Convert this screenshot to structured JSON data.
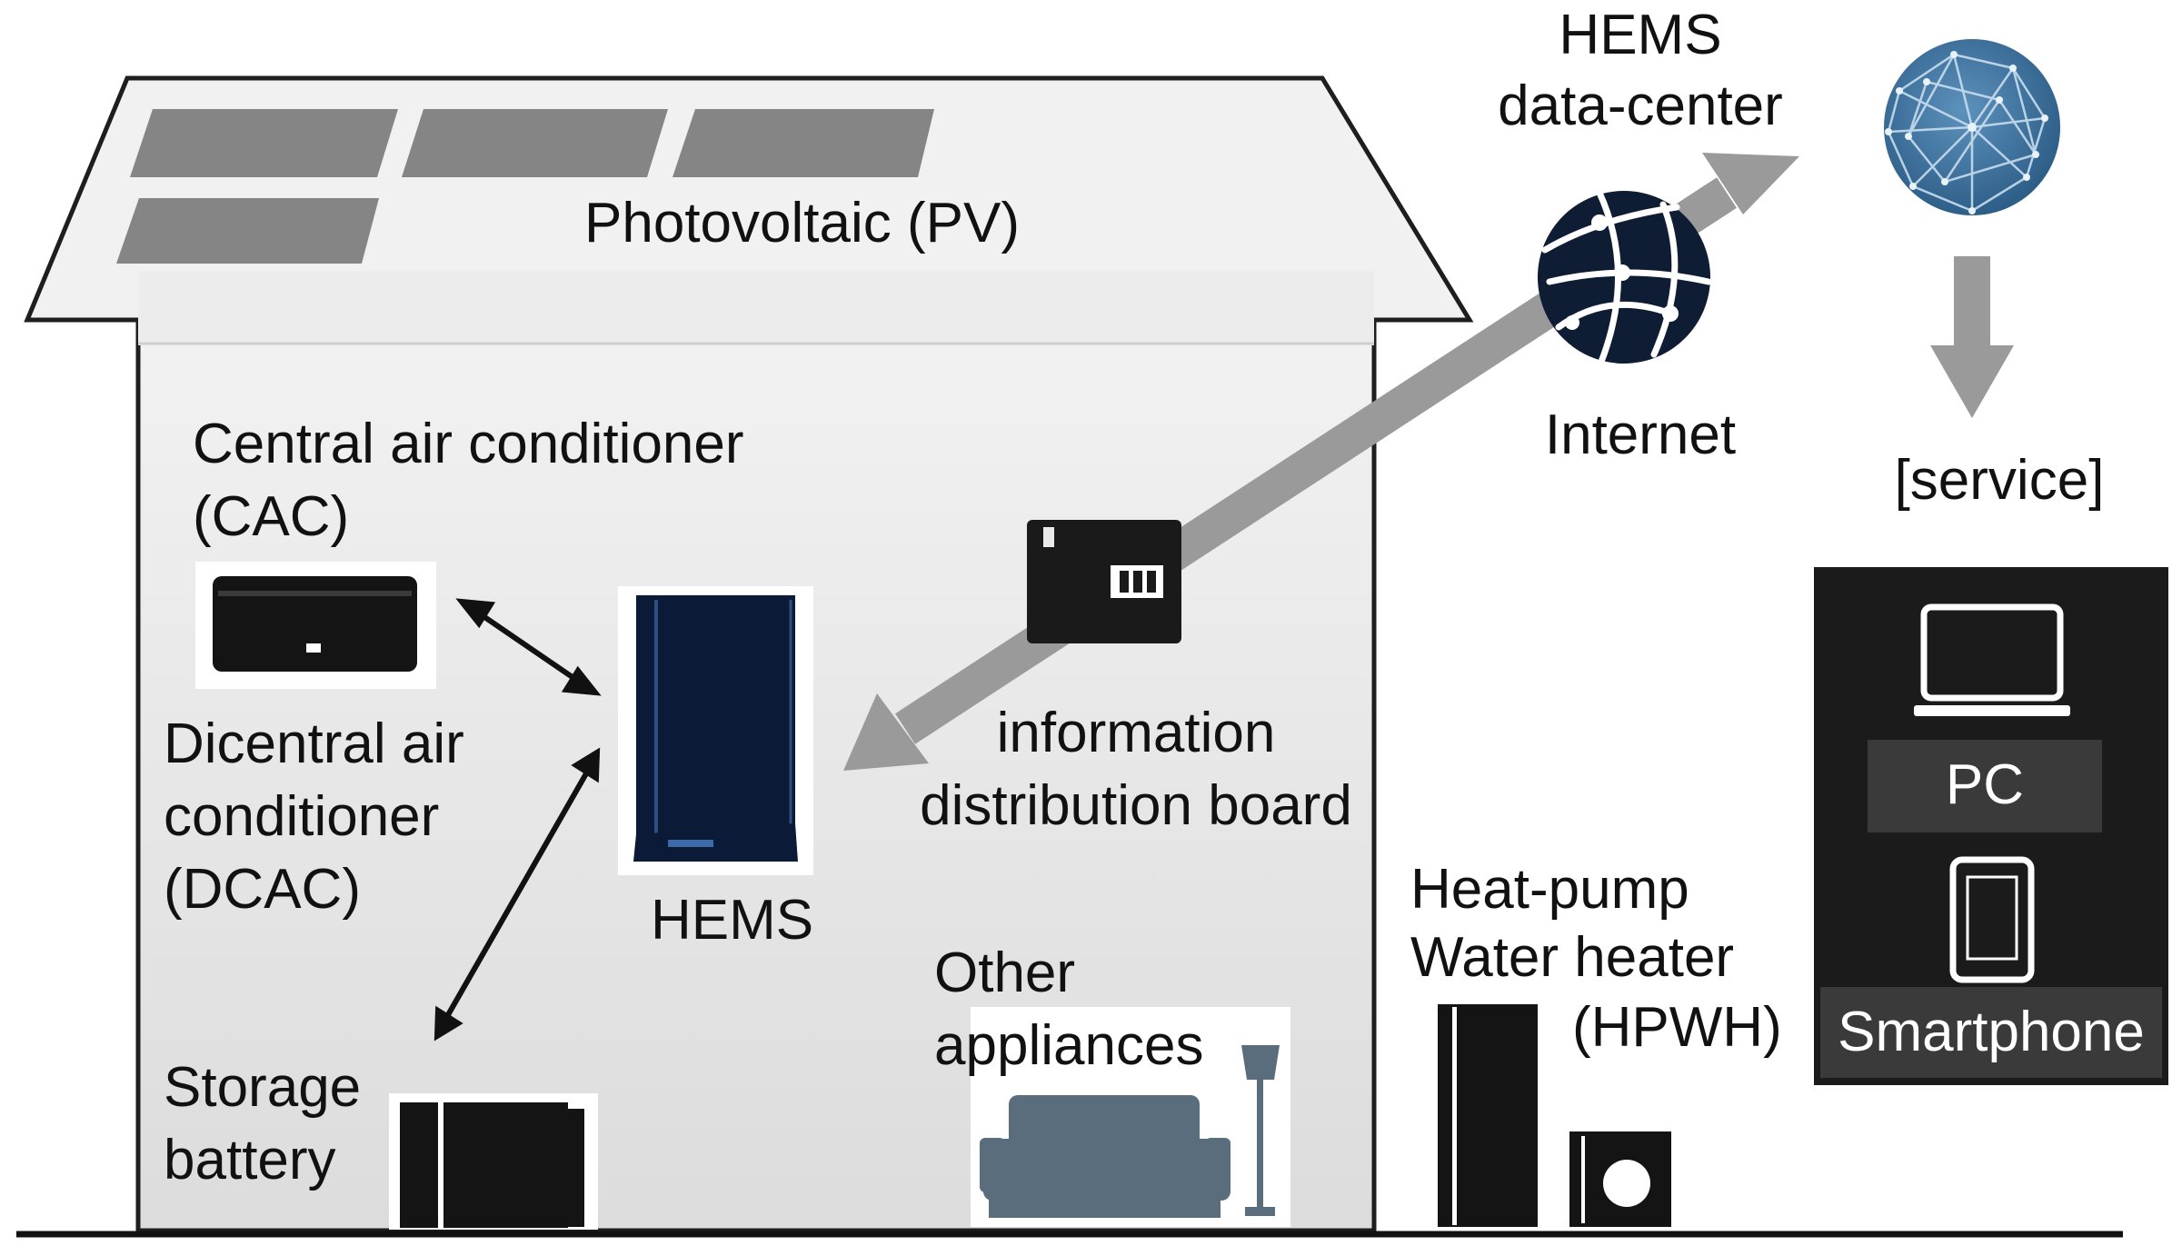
{
  "labels": {
    "pv": "Photovoltaic (PV)",
    "hems_data_center_line1": "HEMS",
    "hems_data_center_line2": "data-center",
    "internet": "Internet",
    "service": "[service]",
    "cac_line1": "Central air conditioner",
    "cac_line2": "(CAC)",
    "dcac_line1": "Dicentral air",
    "dcac_line2": "conditioner",
    "dcac_line3": "(DCAC)",
    "hems": "HEMS",
    "info_board_line1": "information",
    "info_board_line2": "distribution board",
    "storage_line1": "Storage",
    "storage_line2": "battery",
    "other_line1": "Other",
    "other_line2": "appliances",
    "hpwh_line1": "Heat-pump",
    "hpwh_line2": "Water heater",
    "hpwh_line3": "(HPWH)",
    "pc": "PC",
    "smartphone": "Smartphone"
  },
  "colors": {
    "house_wall": "#e6e6e6",
    "roof": "#f1f1f1",
    "pv_panel": "#858585",
    "arrow_gray": "#9a9a9a",
    "hems_unit": "#0b1a36",
    "internet_globe": "#0e1c34",
    "data_center_globe": "#3c6f98",
    "sofa": "#5a6d7d",
    "device_panel": "#1b1b1b"
  }
}
